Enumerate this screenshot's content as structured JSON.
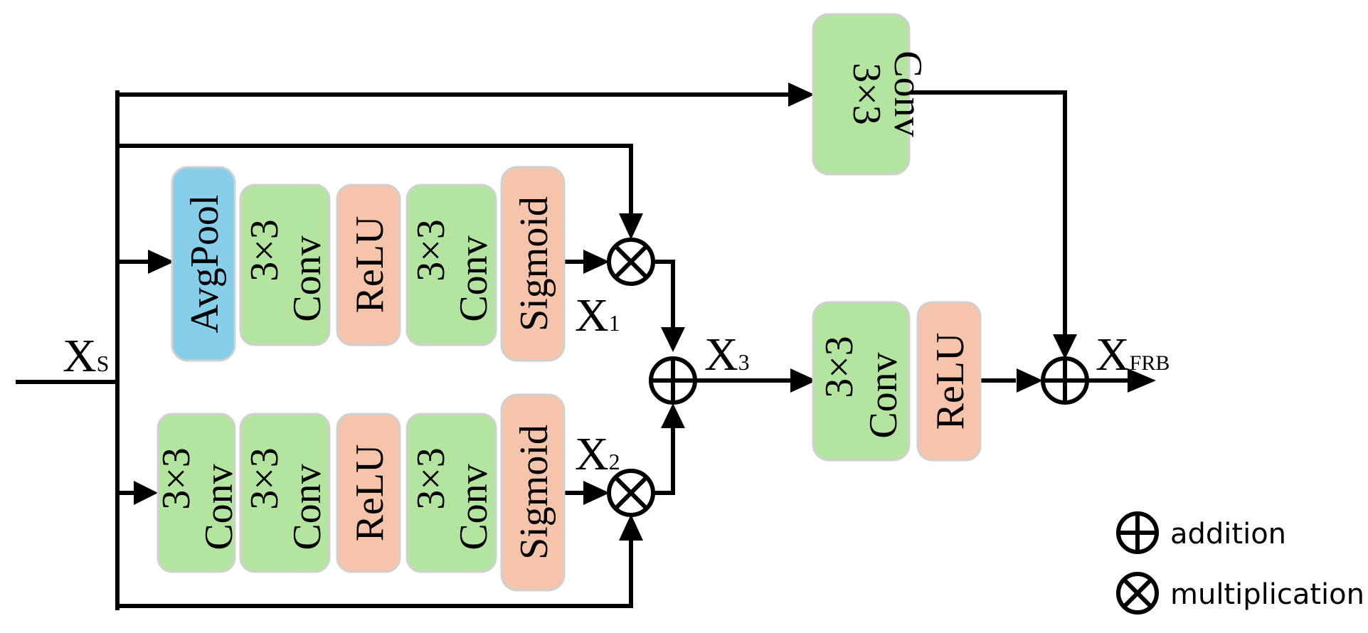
{
  "blocks": {
    "top_conv": {
      "line1": "3×3",
      "line2": "Conv"
    },
    "upper_avgpool": {
      "line1": "AvgPool"
    },
    "upper_conv1": {
      "line1": "3×3",
      "line2": "Conv"
    },
    "upper_relu": {
      "line1": "ReLU"
    },
    "upper_conv2": {
      "line1": "3×3",
      "line2": "Conv"
    },
    "upper_sigmoid": {
      "line1": "Sigmoid"
    },
    "lower_conv0": {
      "line1": "3×3",
      "line2": "Conv"
    },
    "lower_conv1": {
      "line1": "3×3",
      "line2": "Conv"
    },
    "lower_relu": {
      "line1": "ReLU"
    },
    "lower_conv2": {
      "line1": "3×3",
      "line2": "Conv"
    },
    "lower_sigmoid": {
      "line1": "Sigmoid"
    },
    "merge_conv": {
      "line1": "3×3",
      "line2": "Conv"
    },
    "merge_relu": {
      "line1": "ReLU"
    }
  },
  "variables": {
    "xs": {
      "main": "X",
      "sub": "S"
    },
    "x1": {
      "main": "X",
      "sub": "1"
    },
    "x2": {
      "main": "X",
      "sub": "2"
    },
    "x3": {
      "main": "X",
      "sub": "3"
    },
    "xfrb": {
      "main": "X",
      "sub": "FRB"
    }
  },
  "legend": {
    "addition": "addition",
    "multiplication": "multiplication"
  },
  "colors": {
    "conv": "#b3e5a1",
    "relu": "#f5c4ab",
    "sigmoid": "#f5c4ab",
    "avgpool": "#87ceeb"
  }
}
